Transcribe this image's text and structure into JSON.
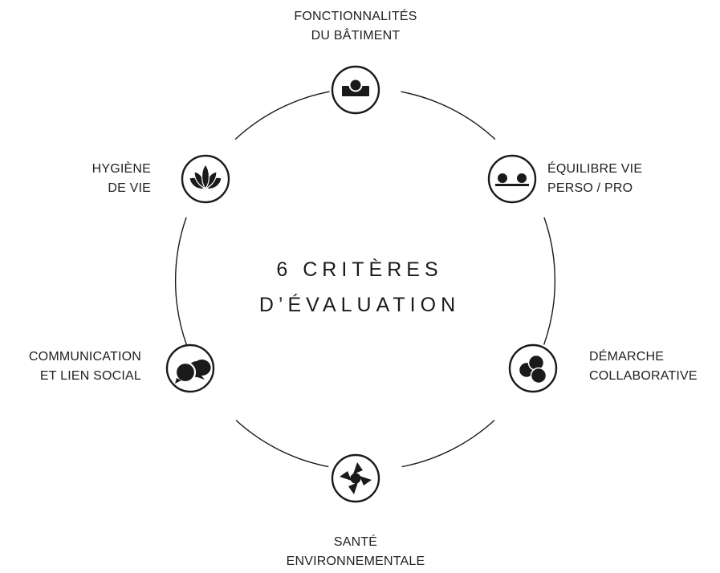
{
  "title": {
    "line1": "6 CRITÈRES",
    "line2": "D’ÉVALUATION"
  },
  "criteria": [
    {
      "id": "fonctionnalites",
      "icon": "building-function-icon",
      "lines": [
        "FONCTIONNALITÉS",
        "DU BÂTIMENT"
      ]
    },
    {
      "id": "equilibre",
      "icon": "balance-icon",
      "lines": [
        "ÉQUILIBRE VIE",
        "PERSO / PRO"
      ]
    },
    {
      "id": "demarche",
      "icon": "overlapping-circles-icon",
      "lines": [
        "DÉMARCHE",
        "COLLABORATIVE"
      ]
    },
    {
      "id": "sante",
      "icon": "fan-icon",
      "lines": [
        "SANTÉ",
        "ENVIRONNEMENTALE"
      ]
    },
    {
      "id": "communication",
      "icon": "speech-bubbles-icon",
      "lines": [
        "COMMUNICATION",
        "ET LIEN SOCIAL"
      ]
    },
    {
      "id": "hygiene",
      "icon": "lotus-icon",
      "lines": [
        "HYGIÈNE",
        "DE VIE"
      ]
    }
  ],
  "colors": {
    "stroke": "#1a1a1a",
    "text": "#222222",
    "background": "#ffffff"
  }
}
